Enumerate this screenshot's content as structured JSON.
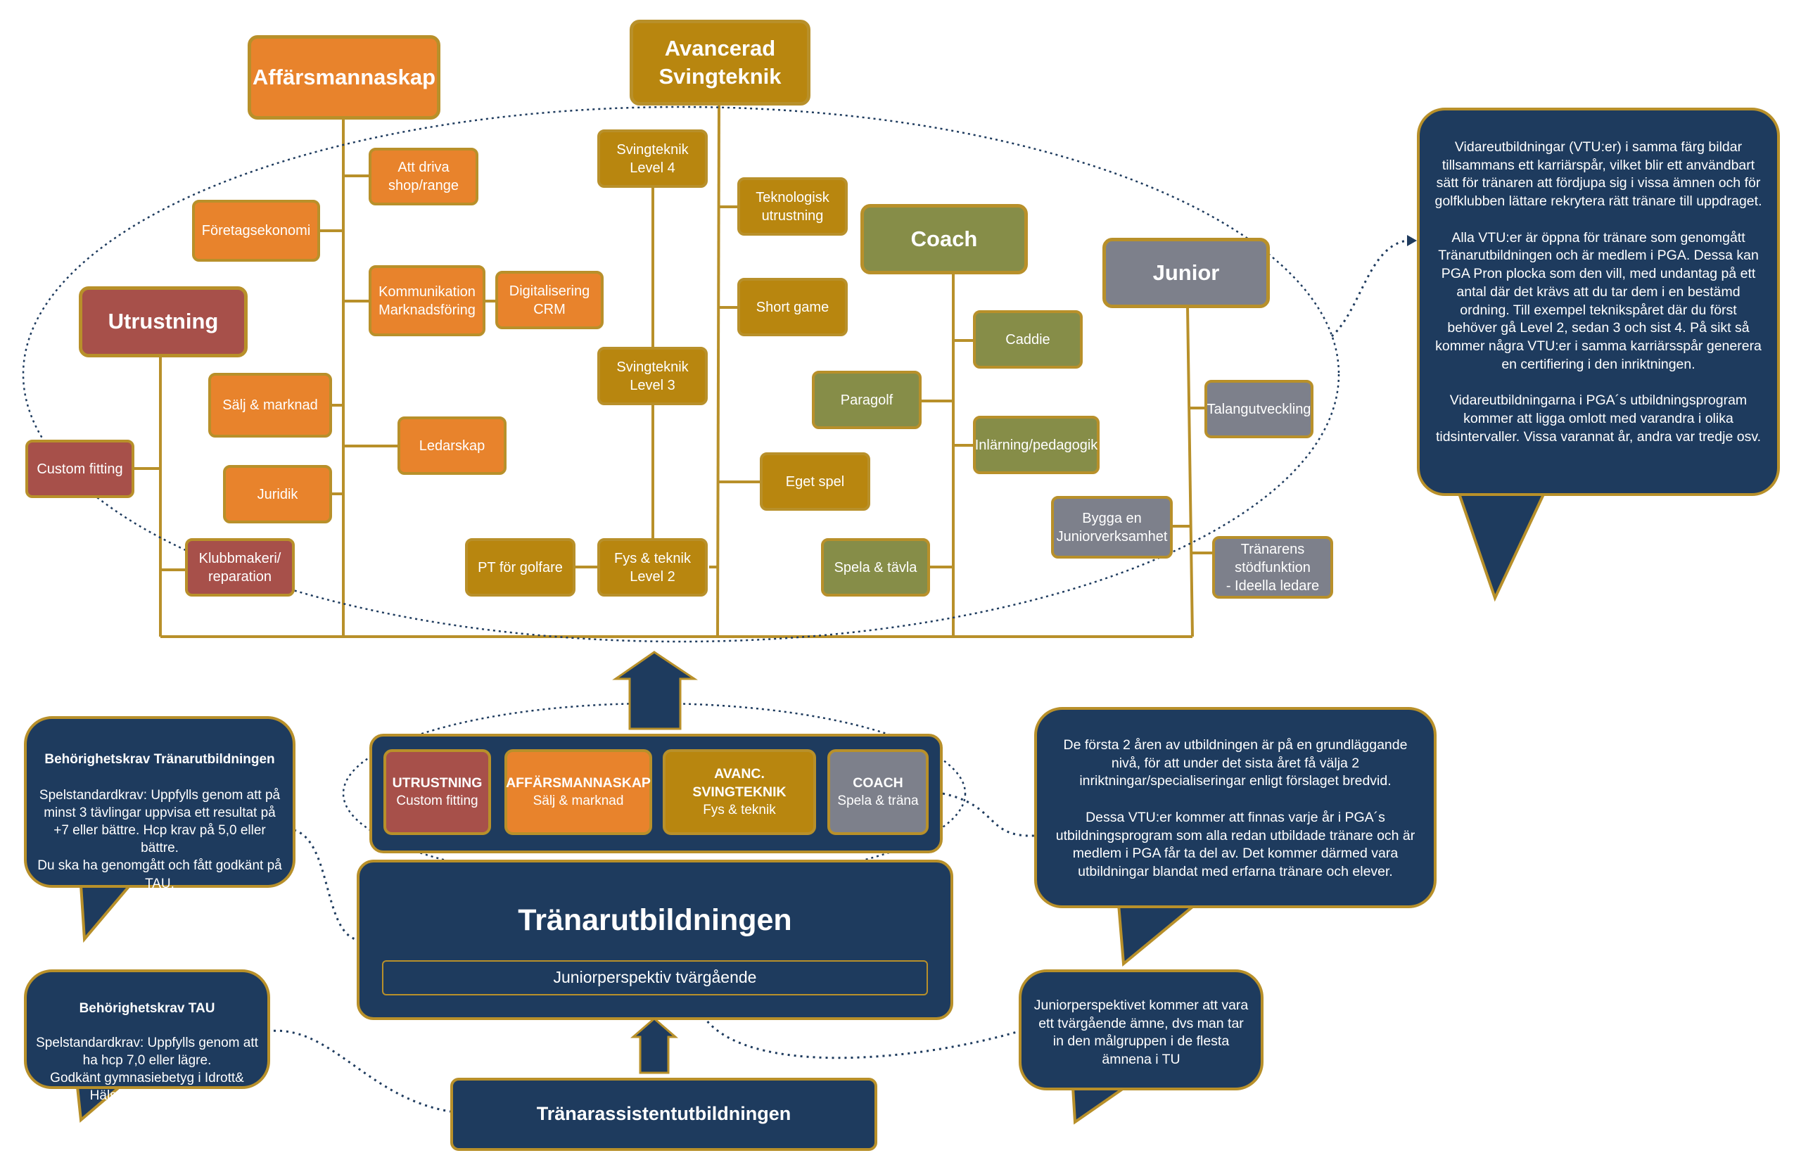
{
  "headers": {
    "affarsmannaskap": "Affärsmannaskap",
    "svingteknik": "Avancerad\nSvingteknik",
    "utrustning": "Utrustning",
    "coach": "Coach",
    "junior": "Junior"
  },
  "nodes": {
    "att_driva": "Att driva\nshop/range",
    "foretagsekonomi": "Företagsekonomi",
    "kommunikation": "Kommunikation\nMarknadsföring",
    "digitalisering": "Digitalisering\nCRM",
    "salj_marknad": "Sälj & marknad",
    "ledarskap": "Ledarskap",
    "juridik": "Juridik",
    "custom_fitting": "Custom fitting",
    "klubbmakeri": "Klubbmakeri/\nreparation",
    "sving_l4": "Svingteknik\nLevel 4",
    "sving_l3": "Svingteknik\nLevel 3",
    "fys_l2": "Fys & teknik\nLevel 2",
    "pt_golfare": "PT för golfare",
    "teknologisk": "Teknologisk\nutrustning",
    "short_game": "Short game",
    "eget_spel": "Eget spel",
    "caddie": "Caddie",
    "paragolf": "Paragolf",
    "inlarning": "Inlärning/pedagogik",
    "spela_tavla": "Spela & tävla",
    "talang": "Talangutveckling",
    "bygga": "Bygga en\nJuniorverksamhet",
    "stodfunktion": "Tränarens\nstödfunktion\n- Ideella ledare"
  },
  "bubbles": {
    "vtu": "Vidareutbildningar (VTU:er) i samma färg bildar tillsammans ett karriärspår, vilket blir ett användbart sätt för tränaren att fördjupa sig i vissa ämnen och för golfklubben lättare rekrytera rätt tränare till uppdraget.\n\nAlla VTU:er är öppna för tränare som genomgått Tränarutbildningen och är medlem i PGA. Dessa kan PGA Pron plocka som den vill, med undantag på ett antal där det krävs att du tar dem i en bestämd ordning. Till exempel teknikspåret där du först behöver gå Level 2, sedan 3 och sist 4. På sikt så kommer några VTU:er i samma karriärsspår generera en certifiering i den inriktningen.\n\nVidareutbildningarna i PGA´s utbildningsprogram kommer att ligga omlott med varandra i olika tidsintervaller. Vissa varannat år, andra var tredje osv.",
    "behorighet_tu_title": "Behörighetskrav Tränarutbildningen",
    "behorighet_tu_body": "Spelstandardkrav: Uppfylls genom att på minst 3 tävlingar uppvisa ett resultat på +7 eller bättre. Hcp krav på 5,0 eller bättre.\nDu ska ha genomgått och fått godkänt på TAU.",
    "behorighet_tau_title": "Behörighetskrav TAU",
    "behorighet_tau_body": "Spelstandardkrav: Uppfylls genom att ha hcp 7,0 eller lägre.\nGodkänt gymnasiebetyg i Idrott& Hälsa och Svenska",
    "forsta_aren": "De första 2 åren av utbildningen är på en grundläggande nivå, för att under det sista året få välja 2 inriktningar/specialiseringar enligt förslaget bredvid.\n\nDessa VTU:er kommer att finnas varje år i PGA´s utbildningsprogram som alla redan utbildade tränare och är medlem i PGA får ta del av. Det kommer därmed vara utbildningar blandat med erfarna tränare och elever.",
    "juniorperspektivet": "Juniorperspektivet kommer att vara ett tvärgående ämne, dvs man tar in den målgruppen i de flesta ämnena i TU"
  },
  "tracks": [
    {
      "title": "UTRUSTNING",
      "sub": "Custom fitting"
    },
    {
      "title": "AFFÄRSMANNASKAP",
      "sub": "Sälj & marknad"
    },
    {
      "title": "AVANC. SVINGTEKNIK",
      "sub": "Fys & teknik"
    },
    {
      "title": "COACH",
      "sub": "Spela & träna"
    }
  ],
  "main": {
    "title": "Tränarutbildningen",
    "subtitle": "Juniorperspektiv tvärgående",
    "tau": "Tränarassistentutbildningen"
  },
  "colors": {
    "navy": "#1e3b5e",
    "gold_border": "#b8902a",
    "orange": "#e8832c",
    "gold": "#b8860f",
    "olive": "#868d48",
    "gray": "#7d808b",
    "red": "#a7504a"
  }
}
